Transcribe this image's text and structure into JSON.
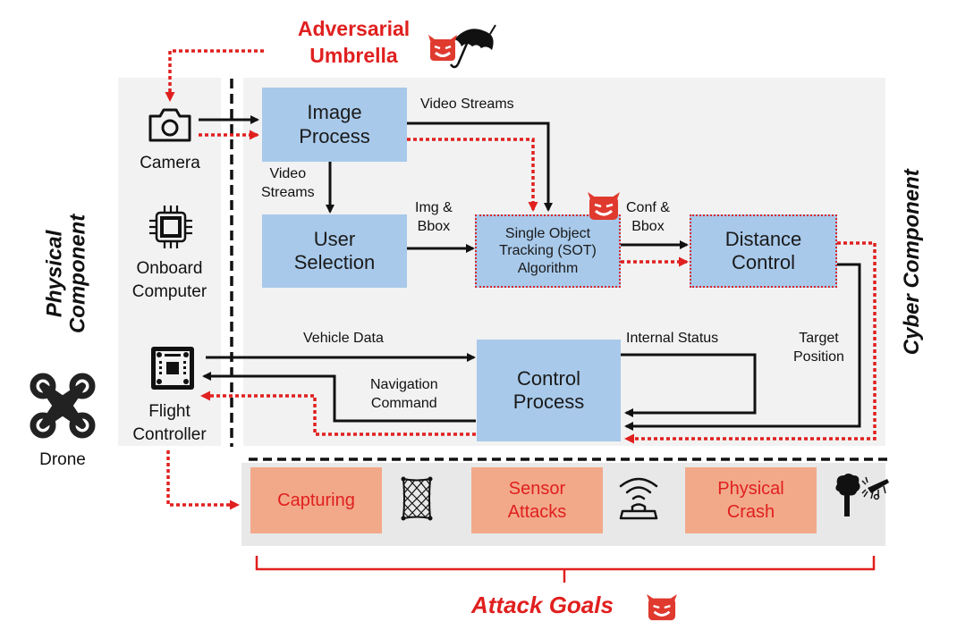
{
  "title": {
    "adversary_line1": "Adversarial",
    "adversary_line2": "Umbrella"
  },
  "side_labels": {
    "physical_line1": "Physical",
    "physical_line2": "Component",
    "cyber": "Cyber Component"
  },
  "physical_components": [
    {
      "name": "Camera",
      "icon": "camera-icon"
    },
    {
      "name_line1": "Onboard",
      "name_line2": "Computer",
      "icon": "chip-icon"
    },
    {
      "name_line1": "Flight",
      "name_line2": "Controller",
      "icon": "flight-controller-icon"
    }
  ],
  "drone": {
    "label": "Drone",
    "icon": "drone-icon"
  },
  "modules": {
    "image_process": {
      "line1": "Image",
      "line2": "Process"
    },
    "user_selection": {
      "line1": "User",
      "line2": "Selection"
    },
    "sot": {
      "line1": "Single Object",
      "line2": "Tracking (SOT)",
      "line3": "Algorithm",
      "attacked": true
    },
    "distance_control": {
      "line1": "Distance",
      "line2": "Control",
      "attacked": true
    },
    "control_process": {
      "line1": "Control",
      "line2": "Process"
    }
  },
  "edge_labels": {
    "video_streams_top": "Video Streams",
    "video_streams_left_1": "Video",
    "video_streams_left_2": "Streams",
    "img_bbox_1": "Img &",
    "img_bbox_2": "Bbox",
    "conf_bbox_1": "Conf &",
    "conf_bbox_2": "Bbox",
    "vehicle_data": "Vehicle Data",
    "internal_status": "Internal Status",
    "target_position_1": "Target",
    "target_position_2": "Position",
    "navigation_command_1": "Navigation",
    "navigation_command_2": "Command"
  },
  "attack_goals": {
    "title": "Attack Goals",
    "items": [
      {
        "label": "Capturing",
        "icon": "net-icon"
      },
      {
        "label_line1": "Sensor",
        "label_line2": "Attacks",
        "icon": "sensor-signal-icon"
      },
      {
        "label_line1": "Physical",
        "label_line2": "Crash",
        "icon": "tree-crash-icon"
      }
    ]
  },
  "colors": {
    "attack_red": "#e0201f",
    "module_blue": "#a8c9ea",
    "goal_orange": "#f2a98a",
    "panel_gray": "#f2f2f2"
  }
}
